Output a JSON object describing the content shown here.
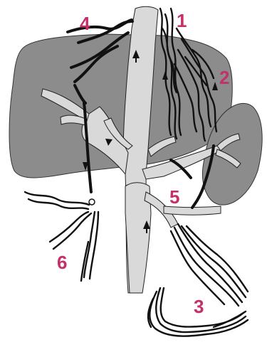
{
  "colors": {
    "organ_fill": "#8c8c8c",
    "vessel_fill": "#d9d9d9",
    "vessel_stroke": "#222222",
    "collateral_stroke": "#111111",
    "label": "#c4306a",
    "background": "#ffffff"
  },
  "labels": {
    "l1": "1",
    "l2": "2",
    "l3": "3",
    "l4": "4",
    "l5": "5",
    "l6": "6"
  }
}
